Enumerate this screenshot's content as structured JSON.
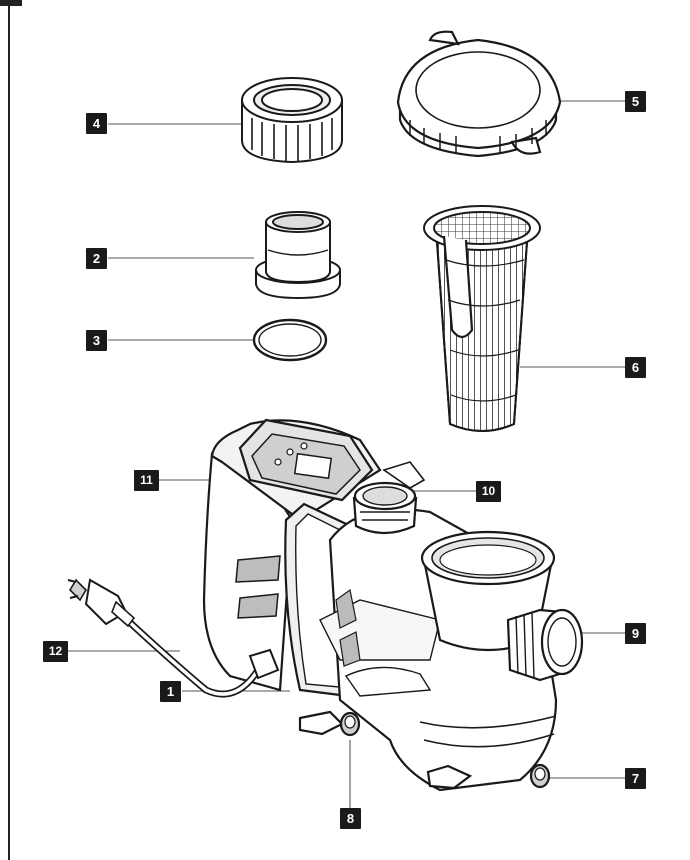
{
  "callouts": {
    "c1": "1",
    "c2": "2",
    "c3": "3",
    "c4": "4",
    "c5": "5",
    "c6": "6",
    "c7": "7",
    "c8": "8",
    "c9": "9",
    "c10": "10",
    "c11": "11",
    "c12": "12"
  },
  "colors": {
    "line": "#1a1a1a",
    "leader": "#555555",
    "shade": "#dcdcdc",
    "mid": "#b5b5b5",
    "dark": "#8a8a8a"
  }
}
